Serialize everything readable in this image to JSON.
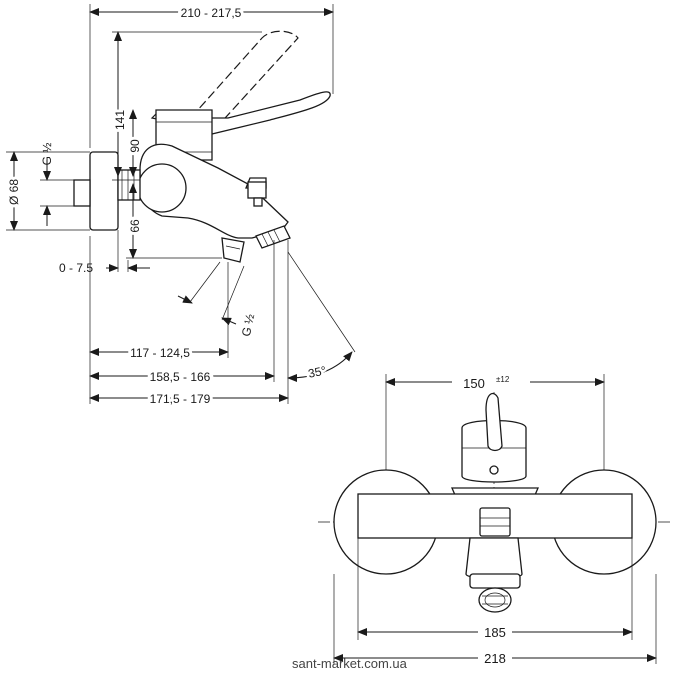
{
  "side_view": {
    "total_width": "210 - 217,5",
    "height_141": "141",
    "height_90": "90",
    "height_66": "66",
    "diameter": "Ø 68",
    "thread_top": "G ½",
    "thread_bottom": "G ½",
    "offset": "0 - 7.5",
    "width_117": "117 - 124,5",
    "width_158": "158,5 - 166",
    "width_171": "171,5 - 179",
    "angle": "35°"
  },
  "front_view": {
    "spacing": "150",
    "tolerance": "±12",
    "width_185": "185",
    "width_218": "218"
  },
  "watermark": "sant-market.com.ua"
}
